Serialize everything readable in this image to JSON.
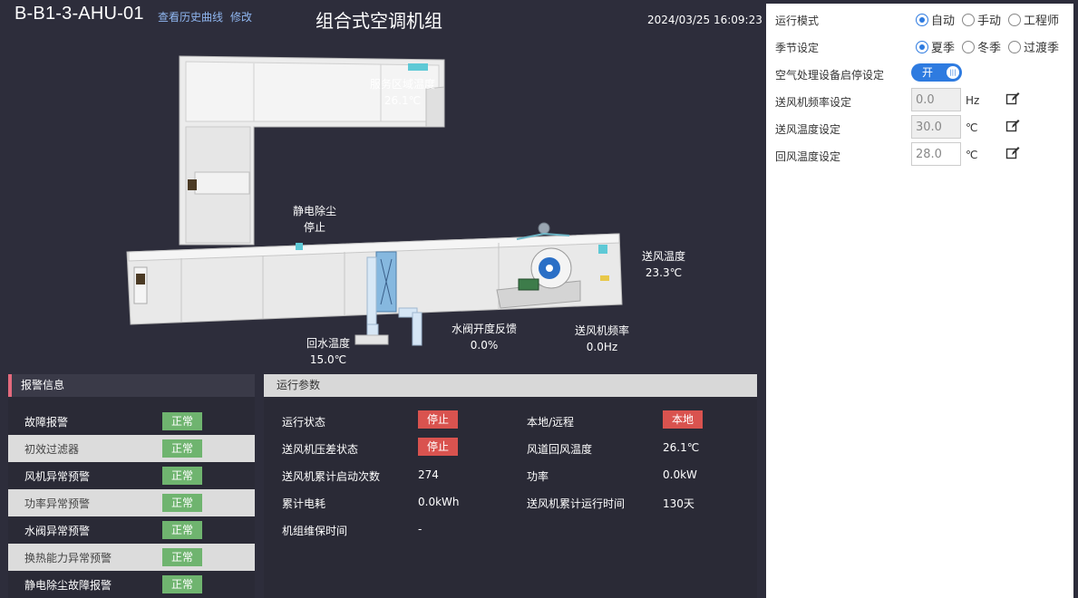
{
  "header": {
    "device_id": "B-B1-3-AHU-01",
    "history_link": "查看历史曲线",
    "modify_link": "修改",
    "title": "组合式空调机组",
    "datetime": "2024/03/25 16:09:23"
  },
  "diagram": {
    "service_temp_label": "服务区域温度",
    "service_temp_value": "26.1℃",
    "esp_label": "静电除尘",
    "esp_status": "停止",
    "supply_temp_label": "送风温度",
    "supply_temp_value": "23.3℃",
    "return_water_label": "回水温度",
    "return_water_value": "15.0℃",
    "valve_label": "水阀开度反馈",
    "valve_value": "0.0%",
    "fan_freq_label": "送风机频率",
    "fan_freq_value": "0.0Hz"
  },
  "alarm": {
    "title": "报警信息",
    "items": [
      {
        "label": "故障报警",
        "status": "正常"
      },
      {
        "label": "初效过滤器",
        "status": "正常"
      },
      {
        "label": "风机异常预警",
        "status": "正常"
      },
      {
        "label": "功率异常预警",
        "status": "正常"
      },
      {
        "label": "水阀异常预警",
        "status": "正常"
      },
      {
        "label": "换热能力异常预警",
        "status": "正常"
      },
      {
        "label": "静电除尘故障报警",
        "status": "正常"
      }
    ]
  },
  "run": {
    "title": "运行参数",
    "run_state_label": "运行状态",
    "run_state_value": "停止",
    "local_remote_label": "本地/远程",
    "local_remote_value": "本地",
    "fan_dp_label": "送风机压差状态",
    "fan_dp_value": "停止",
    "return_air_temp_label": "风道回风温度",
    "return_air_temp_value": "26.1℃",
    "start_count_label": "送风机累计启动次数",
    "start_count_value": "274",
    "power_label": "功率",
    "power_value": "0.0kW",
    "energy_label": "累计电耗",
    "energy_value": "0.0kWh",
    "run_time_label": "送风机累计运行时间",
    "run_time_value": "130天",
    "maint_label": "机组维保时间",
    "maint_value": "-"
  },
  "settings": {
    "mode_label": "运行模式",
    "mode_options": [
      "自动",
      "手动",
      "工程师"
    ],
    "season_label": "季节设定",
    "season_options": [
      "夏季",
      "冬季",
      "过渡季"
    ],
    "onoff_label": "空气处理设备启停设定",
    "onoff_value": "开",
    "freq_label": "送风机频率设定",
    "freq_value": "0.0",
    "freq_unit": "Hz",
    "supply_set_label": "送风温度设定",
    "supply_set_value": "30.0",
    "supply_set_unit": "℃",
    "return_set_label": "回风温度设定",
    "return_set_value": "28.0",
    "return_set_unit": "℃"
  }
}
